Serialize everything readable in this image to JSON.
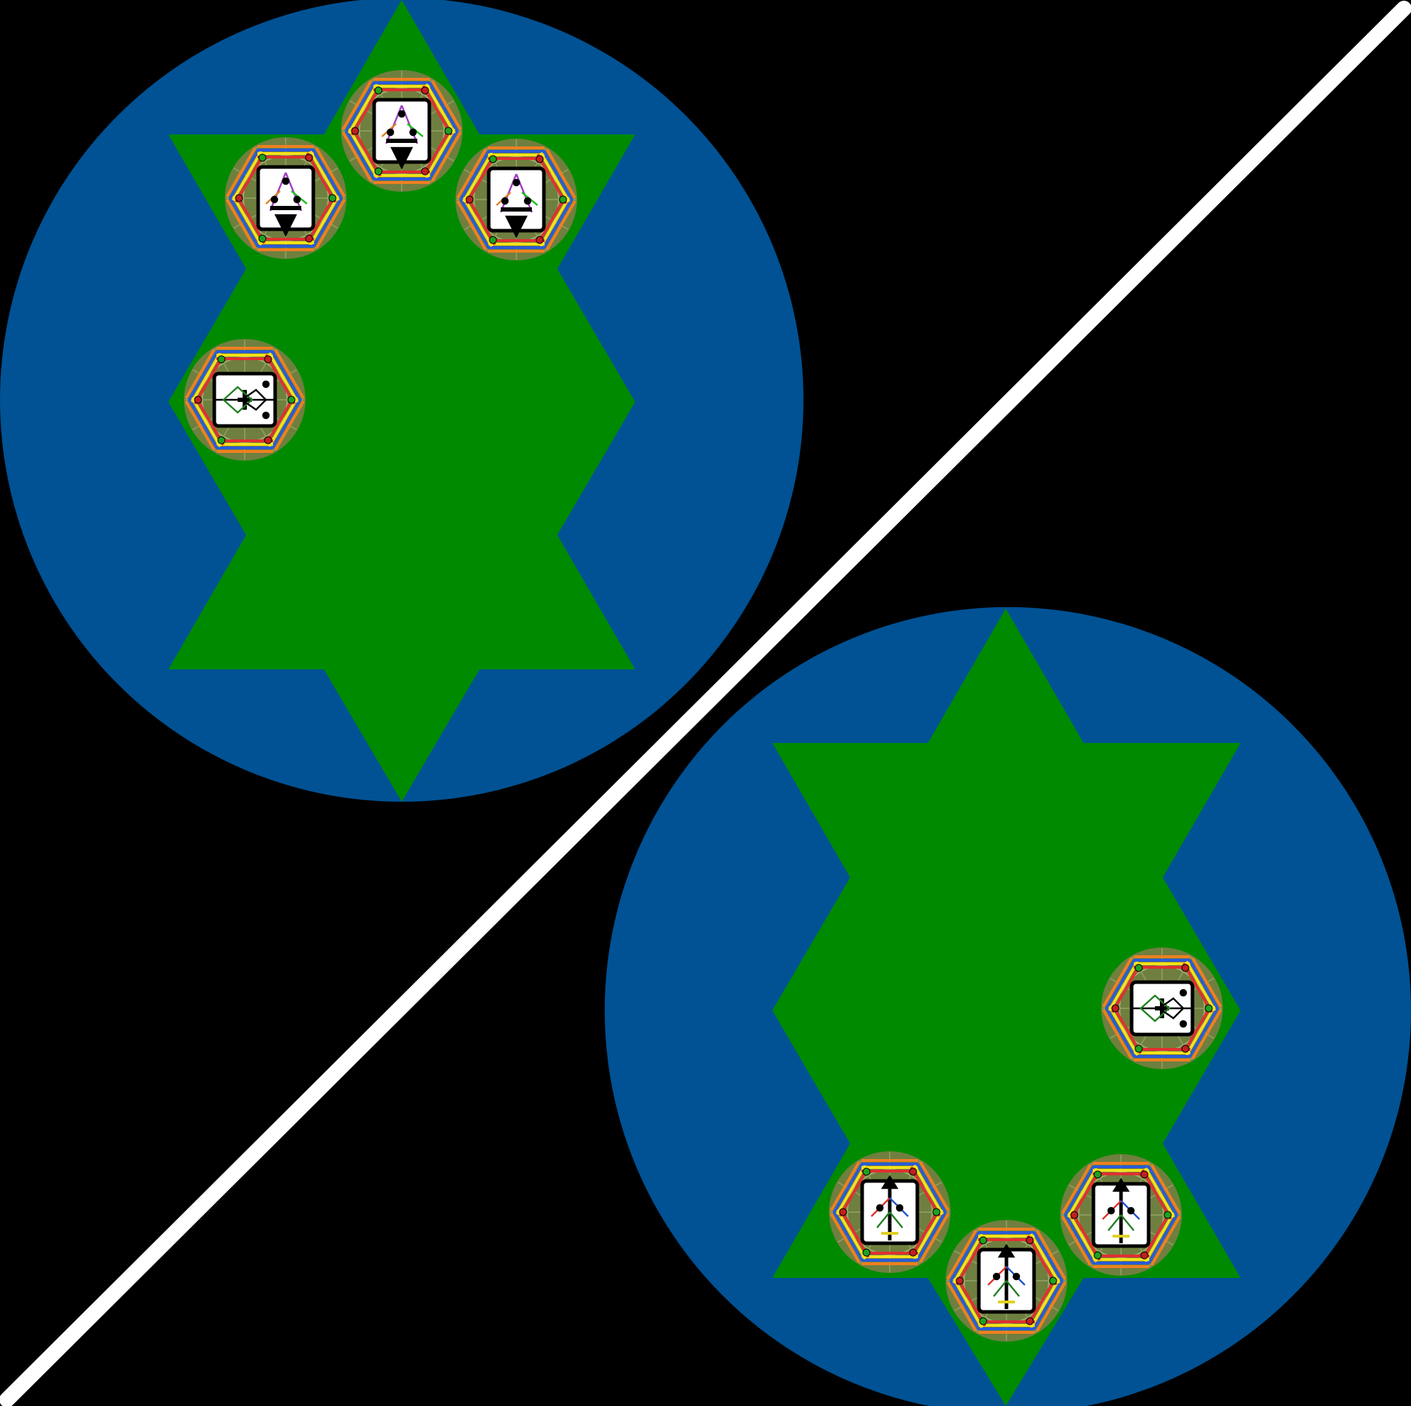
{
  "colors": {
    "background": "#000000",
    "circle": "#005294",
    "star": "#008a00",
    "slash": "#ffffff",
    "token_card": "#ffffff",
    "token_border": "#000000",
    "token_ring": "#6f7f3f"
  },
  "groups": [
    {
      "id": "upper-left",
      "tokens": [
        {
          "position": "top",
          "glyph": "triangle-figure"
        },
        {
          "position": "upper-left",
          "glyph": "triangle-figure"
        },
        {
          "position": "upper-right",
          "glyph": "triangle-figure"
        },
        {
          "position": "left",
          "glyph": "cross-arrow-figure"
        }
      ]
    },
    {
      "id": "lower-right",
      "tokens": [
        {
          "position": "right",
          "glyph": "cross-arrow-figure"
        },
        {
          "position": "lower-left",
          "glyph": "tree-figure"
        },
        {
          "position": "bottom",
          "glyph": "tree-figure"
        },
        {
          "position": "lower-right",
          "glyph": "tree-figure"
        }
      ]
    }
  ]
}
